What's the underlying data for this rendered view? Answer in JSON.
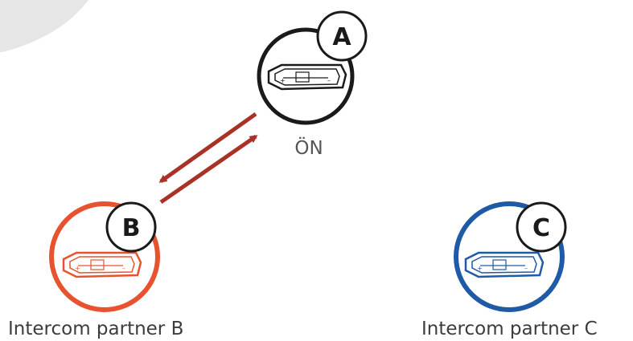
{
  "nodes": {
    "a": {
      "badge": "A",
      "caption": "ÖN",
      "color": "#1a1a1a"
    },
    "b": {
      "badge": "B",
      "caption": "Intercom partner B",
      "color": "#e8532f"
    },
    "c": {
      "badge": "C",
      "caption": "Intercom partner C",
      "color": "#1f5aa6"
    }
  },
  "connection": {
    "from": "a",
    "to": "b",
    "color": "#a93226"
  },
  "colors": {
    "corner_shape": "#e6e6e6",
    "badge_stroke": "#1a1a1a"
  }
}
